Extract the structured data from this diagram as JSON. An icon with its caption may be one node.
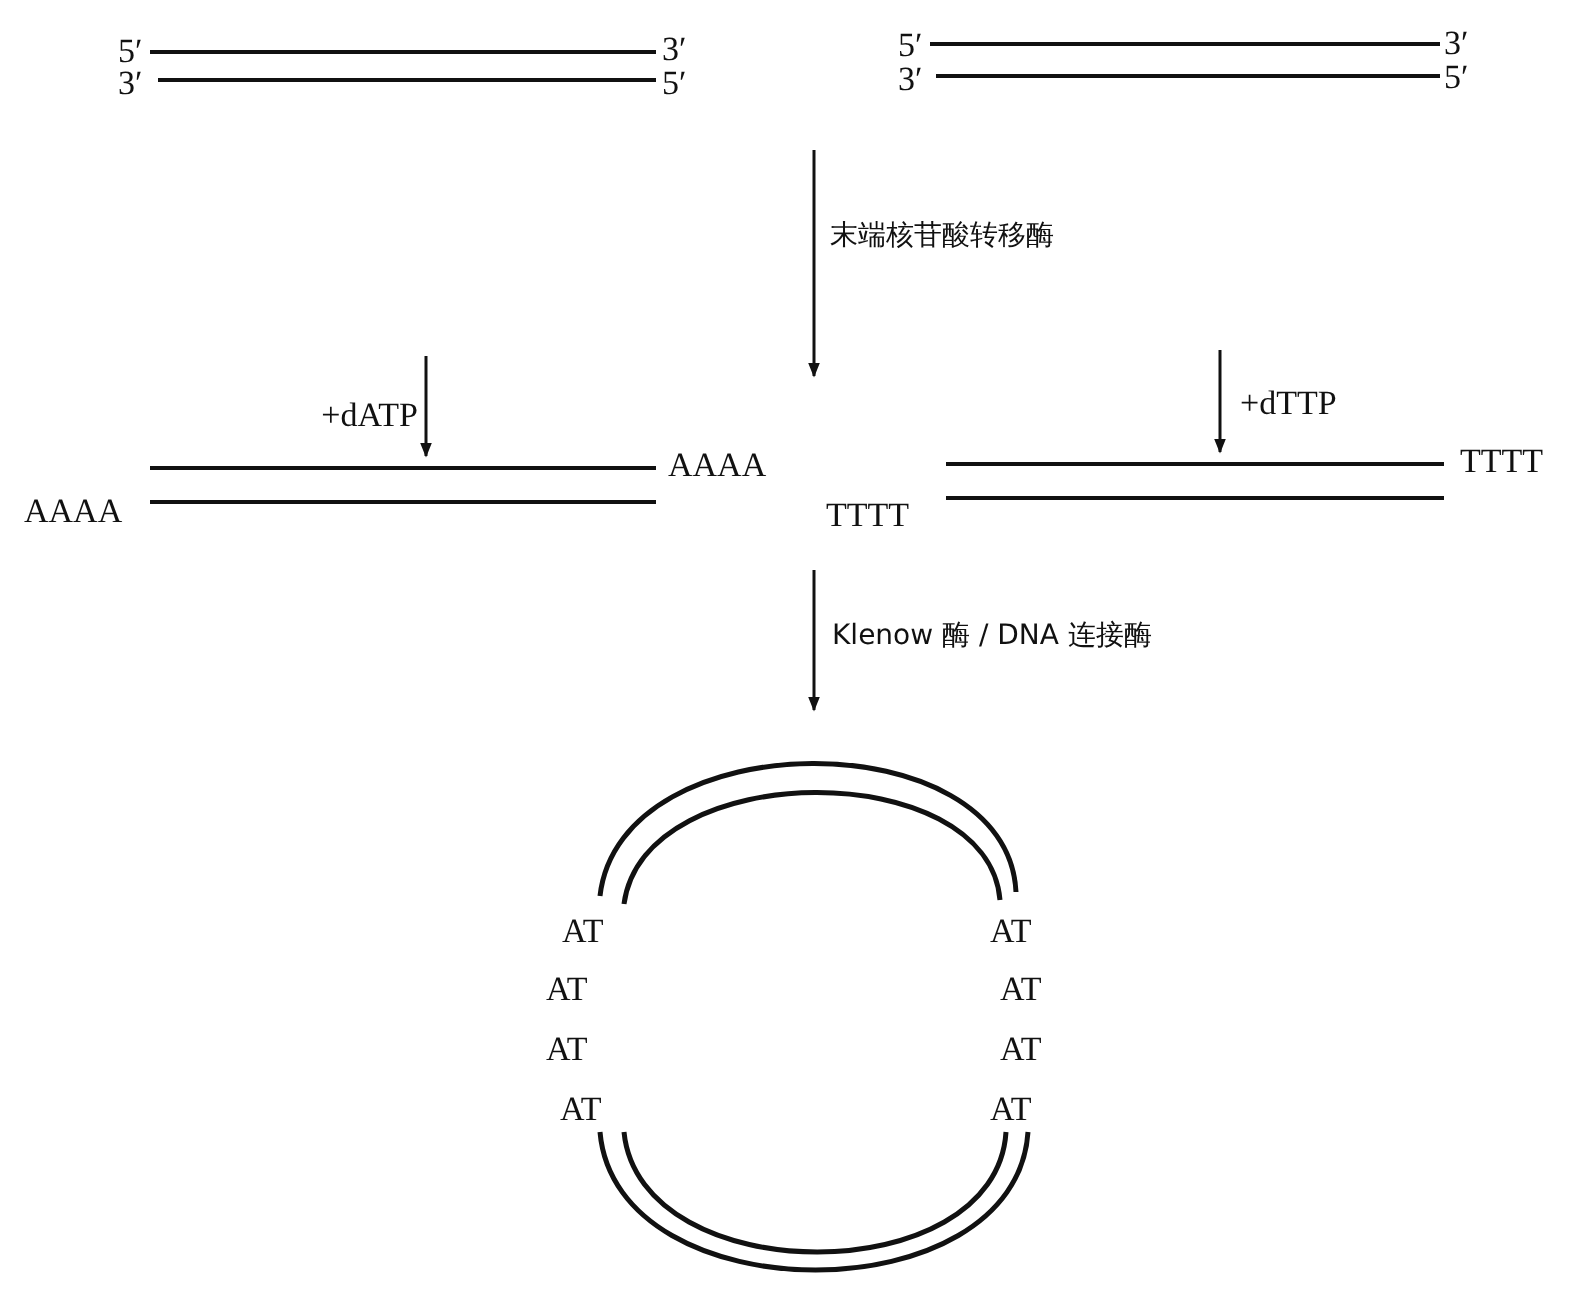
{
  "diagram": {
    "labels": [
      "5′",
      "3′",
      "5′",
      "3′",
      "3′",
      "5′",
      "3′",
      "5′",
      "末端核苷酸转移酶",
      "+dATP",
      "+dTTP",
      "AAAA",
      "TTTT",
      "AAAA",
      "TTTT",
      "Klenow 酶 / DNA 连接酶",
      "AT",
      "AT",
      "AT",
      "AT",
      "AT",
      "AT",
      "AT",
      "AT"
    ]
  }
}
